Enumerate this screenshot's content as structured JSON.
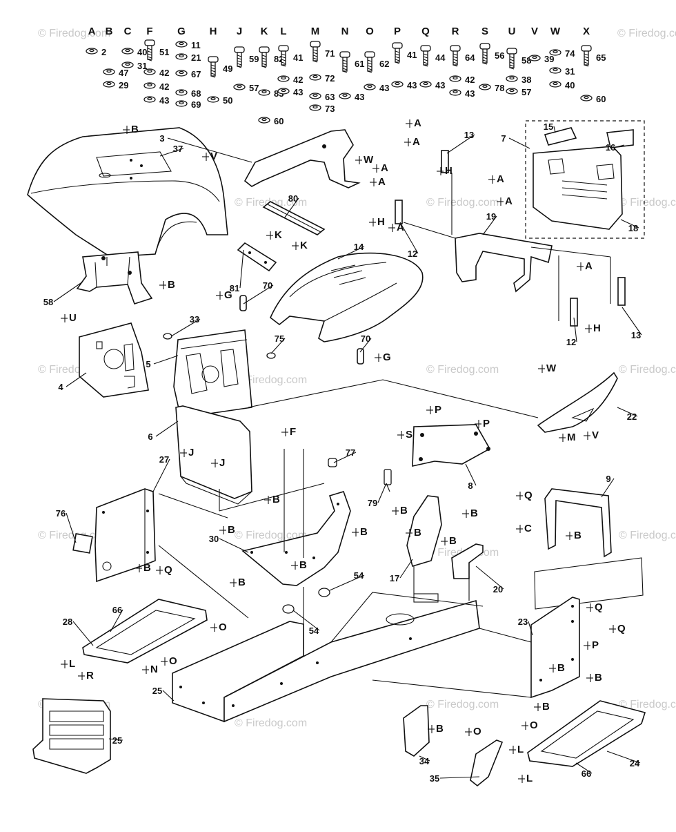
{
  "watermark": "© Firedog.com",
  "hardware_columns": [
    {
      "letter": "A",
      "numbers": [
        "2"
      ]
    },
    {
      "letter": "B",
      "numbers": [
        "47",
        "29"
      ]
    },
    {
      "letter": "C",
      "numbers": [
        "40",
        "31"
      ]
    },
    {
      "letter": "F",
      "numbers": [
        "51",
        "42",
        "42",
        "43"
      ]
    },
    {
      "letter": "G",
      "numbers": [
        "11",
        "21",
        "67",
        "68",
        "69"
      ]
    },
    {
      "letter": "H",
      "numbers": [
        "49",
        "50"
      ]
    },
    {
      "letter": "J",
      "numbers": [
        "59",
        "57"
      ]
    },
    {
      "letter": "K",
      "numbers": [
        "82",
        "83",
        "60"
      ]
    },
    {
      "letter": "L",
      "numbers": [
        "41",
        "42",
        "43"
      ]
    },
    {
      "letter": "M",
      "numbers": [
        "71",
        "72",
        "63",
        "73"
      ]
    },
    {
      "letter": "N",
      "numbers": [
        "61",
        "43"
      ]
    },
    {
      "letter": "O",
      "numbers": [
        "62",
        "43"
      ]
    },
    {
      "letter": "P",
      "numbers": [
        "41",
        "43"
      ]
    },
    {
      "letter": "Q",
      "numbers": [
        "44",
        "43"
      ]
    },
    {
      "letter": "R",
      "numbers": [
        "64",
        "42",
        "43"
      ]
    },
    {
      "letter": "S",
      "numbers": [
        "56",
        "78"
      ]
    },
    {
      "letter": "U",
      "numbers": [
        "58",
        "38",
        "57"
      ]
    },
    {
      "letter": "V",
      "numbers": [
        "39"
      ]
    },
    {
      "letter": "W",
      "numbers": [
        "74",
        "31",
        "40"
      ]
    },
    {
      "letter": "X",
      "numbers": [
        "65",
        "60"
      ]
    }
  ],
  "callouts": [
    "37",
    "3",
    "13",
    "15",
    "16",
    "7",
    "80",
    "14",
    "18",
    "19",
    "12",
    "58",
    "33",
    "81",
    "70",
    "12",
    "13",
    "4",
    "5",
    "75",
    "70",
    "22",
    "6",
    "77",
    "8",
    "27",
    "79",
    "9",
    "76",
    "30",
    "17",
    "20",
    "54",
    "28",
    "66",
    "54",
    "23",
    "25",
    "25",
    "34",
    "35",
    "66",
    "24"
  ],
  "reference_letters": [
    "B",
    "V",
    "W",
    "A",
    "A",
    "H",
    "A",
    "A",
    "A",
    "H",
    "K",
    "K",
    "B",
    "G",
    "A",
    "A",
    "A",
    "H",
    "U",
    "G",
    "W",
    "P",
    "P",
    "S",
    "F",
    "J",
    "J",
    "M",
    "V",
    "B",
    "B",
    "B",
    "B",
    "B",
    "B",
    "B",
    "B",
    "B",
    "Q",
    "Q",
    "C",
    "B",
    "B",
    "Q",
    "Q",
    "P",
    "O",
    "O",
    "L",
    "R",
    "N",
    "B",
    "B",
    "B",
    "B",
    "O",
    "O",
    "L",
    "L"
  ]
}
